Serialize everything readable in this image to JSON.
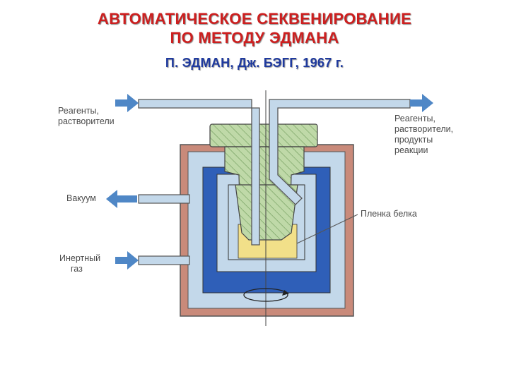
{
  "title": {
    "line1": "АВТОМАТИЧЕСКОЕ СЕКВЕНИРОВАНИЕ",
    "line2": "ПО МЕТОДУ ЭДМАНА",
    "authors": "П. ЭДМАН, Дж. БЭГГ, 1967 г."
  },
  "labels": {
    "reagents_in_1": "Реагенты,",
    "reagents_in_2": "растворители",
    "reagents_out_1": "Реагенты,",
    "reagents_out_2": "растворители,",
    "reagents_out_3": "продукты",
    "reagents_out_4": "реакции",
    "vacuum": "Вакуум",
    "inert_gas_1": "Инертный",
    "inert_gas_2": "газ",
    "protein_film": "Пленка белка"
  },
  "colors": {
    "title_red": "#cc1f1f",
    "title_blue": "#1f3a9e",
    "outer_jacket": "#c98a7a",
    "light_blue": "#c3d8ea",
    "dark_blue": "#2f5fb8",
    "stopper_green": "#bfd9a8",
    "protein_yellow": "#f2e089",
    "arrow_blue": "#4f87c6"
  }
}
